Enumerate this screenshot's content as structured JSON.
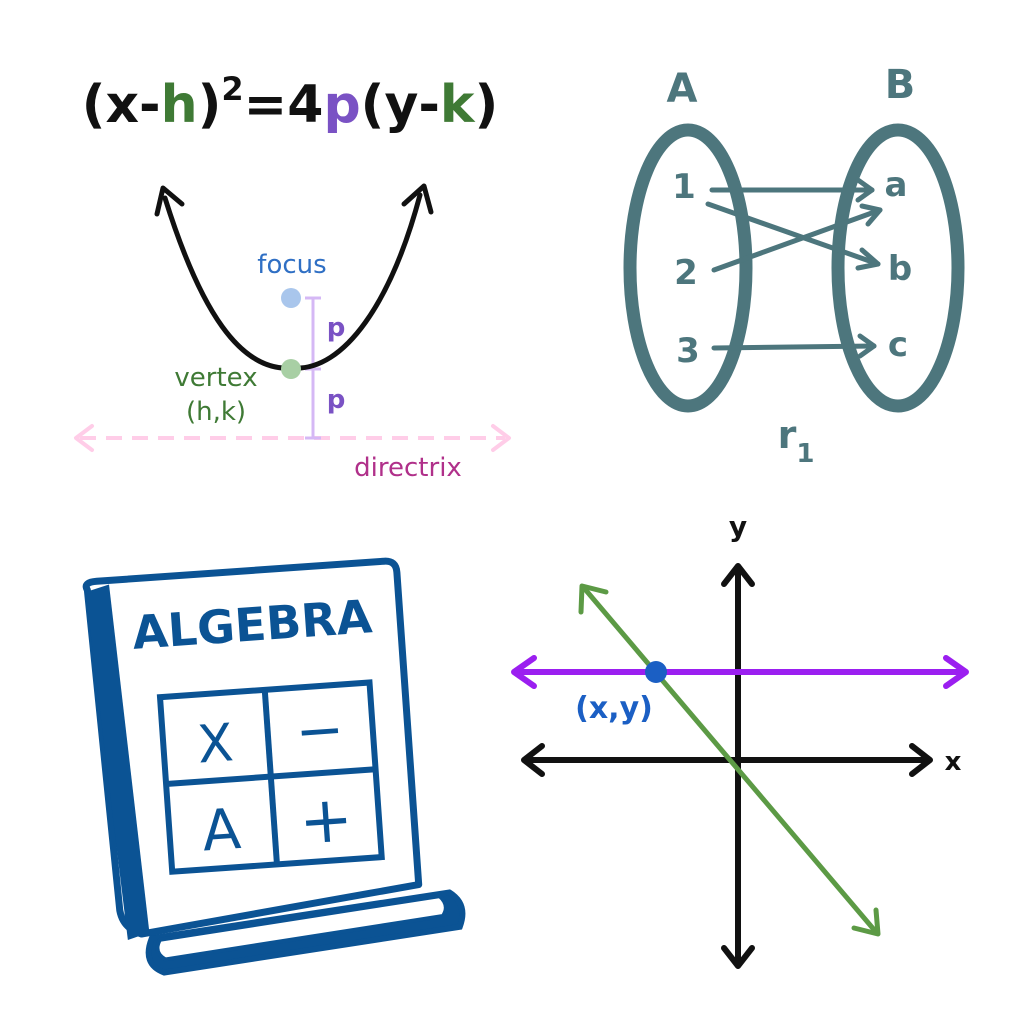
{
  "colors": {
    "black": "#111111",
    "green": "#3f7a35",
    "purple": "#7a52c4",
    "focus_blue": "#a9c6ec",
    "label_blue": "#2f6fc4",
    "vertex_green": "#a8cfa4",
    "directrix_pink": "#ffcde8",
    "directrix_label": "#b0308a",
    "slate": "#4d767d",
    "book_blue": "#0b5394",
    "horizontal_line": "#9b1ff0",
    "diagonal_line": "#5c9a45",
    "point_blue": "#1b5fc4"
  },
  "parabola": {
    "equation": {
      "open1": "(x-",
      "h": "h",
      "close1": ")",
      "exp": "2",
      "eq4": "=4",
      "p": "p",
      "open2": "(y-",
      "k": "k",
      "close2": ")"
    },
    "focus_label": "focus",
    "vertex_label": "vertex",
    "vertex_coords": "(h,k)",
    "p_upper": "p",
    "p_lower": "p",
    "directrix_label": "directrix"
  },
  "mapping": {
    "set_a_label": "A",
    "set_b_label": "B",
    "domain": [
      "1",
      "2",
      "3"
    ],
    "codomain": [
      "a",
      "b",
      "c"
    ],
    "relation_name": "r",
    "relation_subscript": "1"
  },
  "book": {
    "title": "ALGEBRA",
    "cells": [
      "X",
      "−",
      "A",
      "+"
    ]
  },
  "graph": {
    "x_axis_label": "x",
    "y_axis_label": "y",
    "point_label": "(x,y)"
  }
}
